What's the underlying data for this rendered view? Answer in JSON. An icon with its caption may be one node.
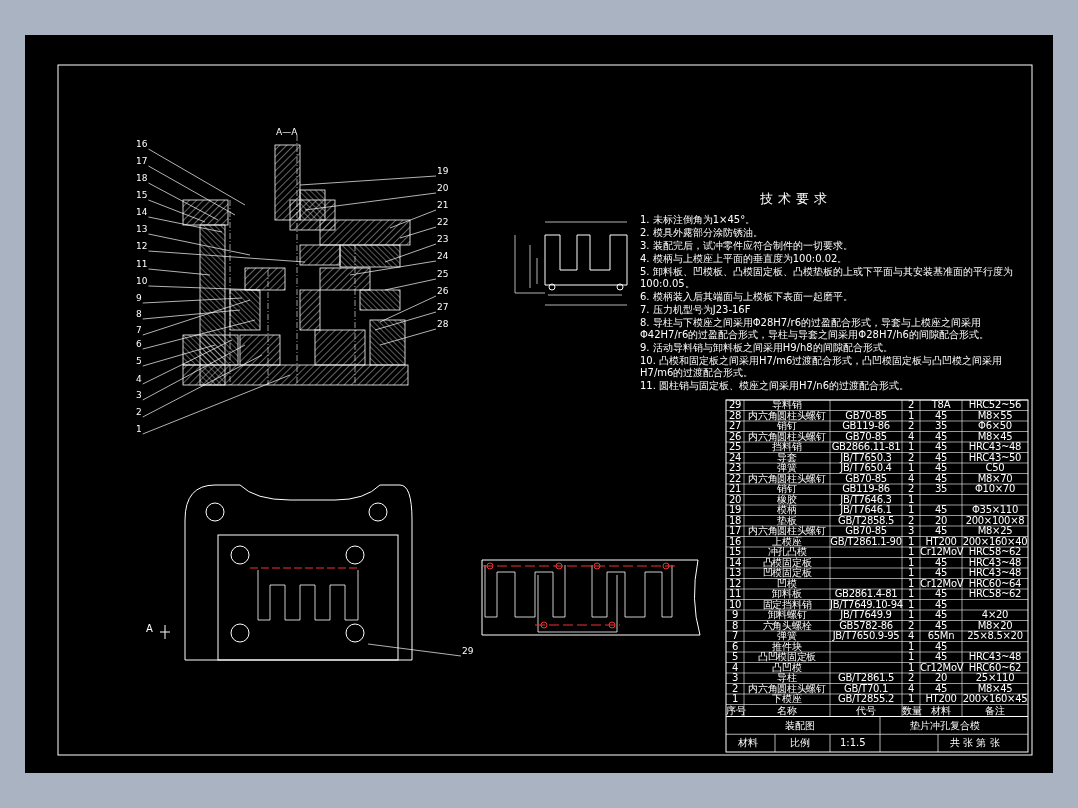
{
  "diagram": {
    "nodes": [
      {
        "text": [
          "16"
        ]
      },
      {
        "text": [
          "17"
        ]
      },
      {
        "text": [
          "18"
        ]
      },
      {
        "text": [
          "15"
        ]
      },
      {
        "text": [
          "14"
        ]
      },
      {
        "text": [
          "13"
        ]
      },
      {
        "text": [
          "12"
        ]
      },
      {
        "text": [
          "11"
        ]
      },
      {
        "text": [
          "10"
        ]
      },
      {
        "text": [
          "9"
        ]
      },
      {
        "text": [
          "8"
        ]
      },
      {
        "text": [
          "7"
        ]
      },
      {
        "text": [
          "6"
        ]
      },
      {
        "text": [
          "5"
        ]
      },
      {
        "text": [
          "4"
        ]
      },
      {
        "text": [
          "3"
        ]
      },
      {
        "text": [
          "2"
        ]
      },
      {
        "text": [
          "1"
        ]
      },
      {
        "text": [
          "19"
        ]
      },
      {
        "text": [
          "20"
        ]
      },
      {
        "text": [
          "21"
        ]
      },
      {
        "text": [
          "22"
        ]
      },
      {
        "text": [
          "23"
        ]
      },
      {
        "text": [
          "24"
        ]
      },
      {
        "text": [
          "25"
        ]
      },
      {
        "text": [
          "26"
        ]
      },
      {
        "text": [
          "27"
        ]
      },
      {
        "text": [
          "28"
        ]
      },
      {
        "text": [
          "29"
        ]
      }
    ],
    "edges": [
      {
        "from": 0,
        "to": null,
        "arrow": "none"
      },
      {
        "from": 1,
        "to": null,
        "arrow": "none"
      },
      {
        "from": 2,
        "to": null,
        "arrow": "none"
      },
      {
        "from": 3,
        "to": null,
        "arrow": "none"
      },
      {
        "from": 4,
        "to": null,
        "arrow": "none"
      },
      {
        "from": 5,
        "to": null,
        "arrow": "none"
      },
      {
        "from": 6,
        "to": null,
        "arrow": "none"
      },
      {
        "from": 7,
        "to": null,
        "arrow": "none"
      },
      {
        "from": 8,
        "to": null,
        "arrow": "none"
      },
      {
        "from": 9,
        "to": null,
        "arrow": "none"
      },
      {
        "from": 10,
        "to": null,
        "arrow": "none"
      },
      {
        "from": 11,
        "to": null,
        "arrow": "none"
      },
      {
        "from": 12,
        "to": null,
        "arrow": "none"
      },
      {
        "from": 13,
        "to": null,
        "arrow": "none"
      },
      {
        "from": 14,
        "to": null,
        "arrow": "none"
      },
      {
        "from": 15,
        "to": null,
        "arrow": "none"
      },
      {
        "from": 16,
        "to": null,
        "arrow": "none"
      },
      {
        "from": 17,
        "to": null,
        "arrow": "none"
      },
      {
        "from": 18,
        "to": null,
        "arrow": "none"
      },
      {
        "from": 19,
        "to": null,
        "arrow": "none"
      },
      {
        "from": 20,
        "to": null,
        "arrow": "none"
      },
      {
        "from": 21,
        "to": null,
        "arrow": "none"
      },
      {
        "from": 22,
        "to": null,
        "arrow": "none"
      },
      {
        "from": 23,
        "to": null,
        "arrow": "none"
      },
      {
        "from": 24,
        "to": null,
        "arrow": "none"
      },
      {
        "from": 25,
        "to": null,
        "arrow": "none"
      },
      {
        "from": 26,
        "to": null,
        "arrow": "none"
      },
      {
        "from": 27,
        "to": null,
        "arrow": "none"
      },
      {
        "from": 28,
        "to": null,
        "arrow": "none"
      }
    ],
    "labels": [
      "A—A",
      "技术要求",
      "1. 未标注倒角为1×45°。",
      "2. 模具外露部分涂防锈油。",
      "3. 装配完后，试冲零件应符合制件的一切要求。",
      "4. 模柄与上模座上平面的垂直度为100:0.02。",
      "5. 卸料板、凹模板、凸模固定板、凸模垫板的上或下平面与其安装基准面的平行度为100:0.05。",
      "6. 模柄装入后其端面与上模板下表面一起磨平。",
      "7. 压力机型号为J23-16F",
      "8. 导柱与下模座之间采用Φ28H7/r6的过盈配合形式，导套与上模座之间采用Φ42H7/r6的过盈配合形式，导柱与导套之间采用Φ28H7/h6的间隙配合形式。",
      "9. 活动导料销与卸料板之间采用H9/h8的间隙配合形式。",
      "10. 凸模和固定板之间采用H7/m6过渡配合形式，凸凹模固定板与凸凹模之间采用H7/m6的过渡配合形式。",
      "11. 圆柱销与固定板、模座之间采用H7/n6的过渡配合形式。",
      "29",
      "导料销",
      "2",
      "T8A",
      "HRC52~56",
      "28",
      "内六角圆柱头螺钉",
      "GB70-85",
      "1",
      "45",
      "M8×55",
      "27",
      "销钉",
      "GB119-86",
      "2",
      "35",
      "Φ6×50",
      "26",
      "内六角圆柱头螺钉",
      "GB70-85",
      "4",
      "45",
      "M8×45",
      "25",
      "挡料销",
      "GB2866.11-81",
      "1",
      "45",
      "HRC43~48",
      "24",
      "导套",
      "JB/T7650.3",
      "2",
      "45",
      "HRC43~50",
      "23",
      "弹簧",
      "JB/T7650.4",
      "1",
      "45",
      "C50",
      "22",
      "内六角圆柱头螺钉",
      "GB70-85",
      "4",
      "45",
      "M8×70",
      "21",
      "销钉",
      "GB119-86",
      "2",
      "35",
      "Φ10×70",
      "20",
      "橡胶",
      "JB/T7646.3",
      "1",
      "19",
      "模柄",
      "JB/T7646.1",
      "1",
      "45",
      "Φ35×110",
      "18",
      "垫板",
      "GB/T2858.5",
      "2",
      "20",
      "200×100×8",
      "17",
      "内六角圆柱头螺钉",
      "GB70-85",
      "3",
      "45",
      "M8×25",
      "16",
      "上模座",
      "GB/T2861.1-90",
      "1",
      "HT200",
      "200×160×40",
      "15",
      "冲孔凸模",
      "1",
      "Cr12MoV",
      "HRC58~62",
      "14",
      "凸模固定板",
      "1",
      "45",
      "HRC43~48",
      "13",
      "凹模固定板",
      "1",
      "45",
      "HRC43~48",
      "12",
      "凹模",
      "1",
      "Cr12MoV",
      "HRC60~64",
      "11",
      "卸料板",
      "GB2861.4-81",
      "1",
      "45",
      "HRC58~62",
      "10",
      "固定挡料销",
      "JB/T7649.10-94",
      "1",
      "45",
      "9",
      "卸料螺钉",
      "JB/T7649.9",
      "1",
      "45",
      "4×20",
      "8",
      "六角头螺栓",
      "GB5782-86",
      "2",
      "45",
      "M8×20",
      "7",
      "弹簧",
      "JB/T7650.9-95",
      "4",
      "65Mn",
      "25×8.5×20",
      "6",
      "推件块",
      "1",
      "45",
      "5",
      "凸凹模固定板",
      "1",
      "45",
      "HRC43~48",
      "4",
      "凸凹模",
      "1",
      "Cr12MoV",
      "HRC60~62",
      "3",
      "导柱",
      "GB/T2861.5",
      "2",
      "20",
      "25×110",
      "2",
      "内六角圆柱头螺钉",
      "GB/T70.1",
      "4",
      "45",
      "M8×45",
      "1",
      "下模座",
      "GB/T2855.2",
      "1",
      "HT200",
      "200×160×45",
      "序号",
      "名称",
      "代号",
      "数量",
      "材料",
      "备注",
      "装配图",
      "垫片冲孔复合模",
      "材料",
      "比例",
      "1:1.5",
      "共 张 第 张",
      "A"
    ]
  }
}
